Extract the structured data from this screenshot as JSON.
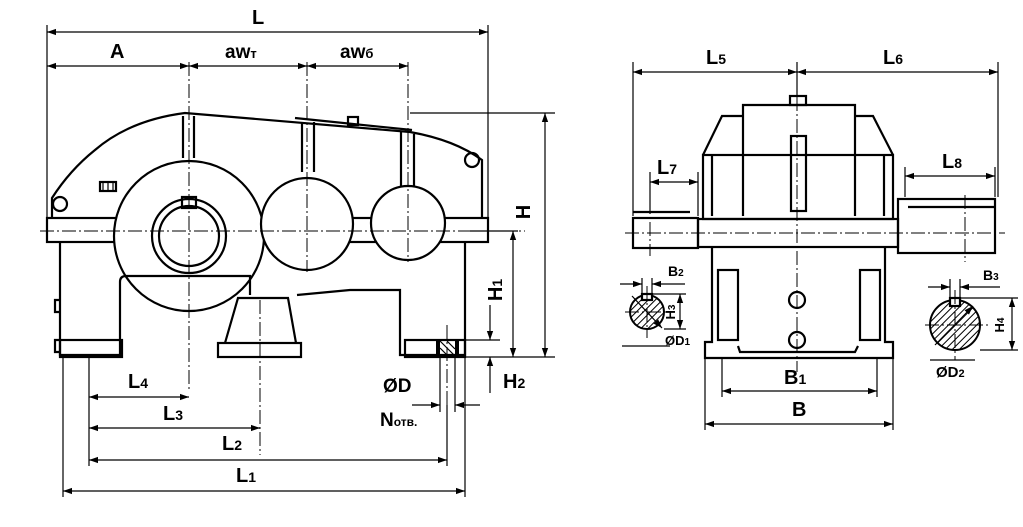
{
  "labels": {
    "L": "L",
    "A": "A",
    "aw_t": "aw",
    "aw_t_sub": "т",
    "aw_b": "aw",
    "aw_b_sub": "б",
    "H": "H",
    "H1": "H",
    "H1_sub": "1",
    "H2": "H",
    "H2_sub": "2",
    "D": "ØD",
    "N": "N",
    "N_sub": "отв.",
    "L1": "L",
    "L1_sub": "1",
    "L2": "L",
    "L2_sub": "2",
    "L3": "L",
    "L3_sub": "3",
    "L4": "L",
    "L4_sub": "4",
    "L5": "L",
    "L5_sub": "5",
    "L6": "L",
    "L6_sub": "6",
    "L7": "L",
    "L7_sub": "7",
    "L8": "L",
    "L8_sub": "8",
    "B": "B",
    "B1": "B",
    "B1_sub": "1",
    "B2": "B",
    "B2_sub": "2",
    "B3": "B",
    "B3_sub": "3",
    "H3": "H",
    "H3_sub": "3",
    "H4": "H",
    "H4_sub": "4",
    "D1": "ØD",
    "D1_sub": "1",
    "D2": "ØD",
    "D2_sub": "2"
  }
}
